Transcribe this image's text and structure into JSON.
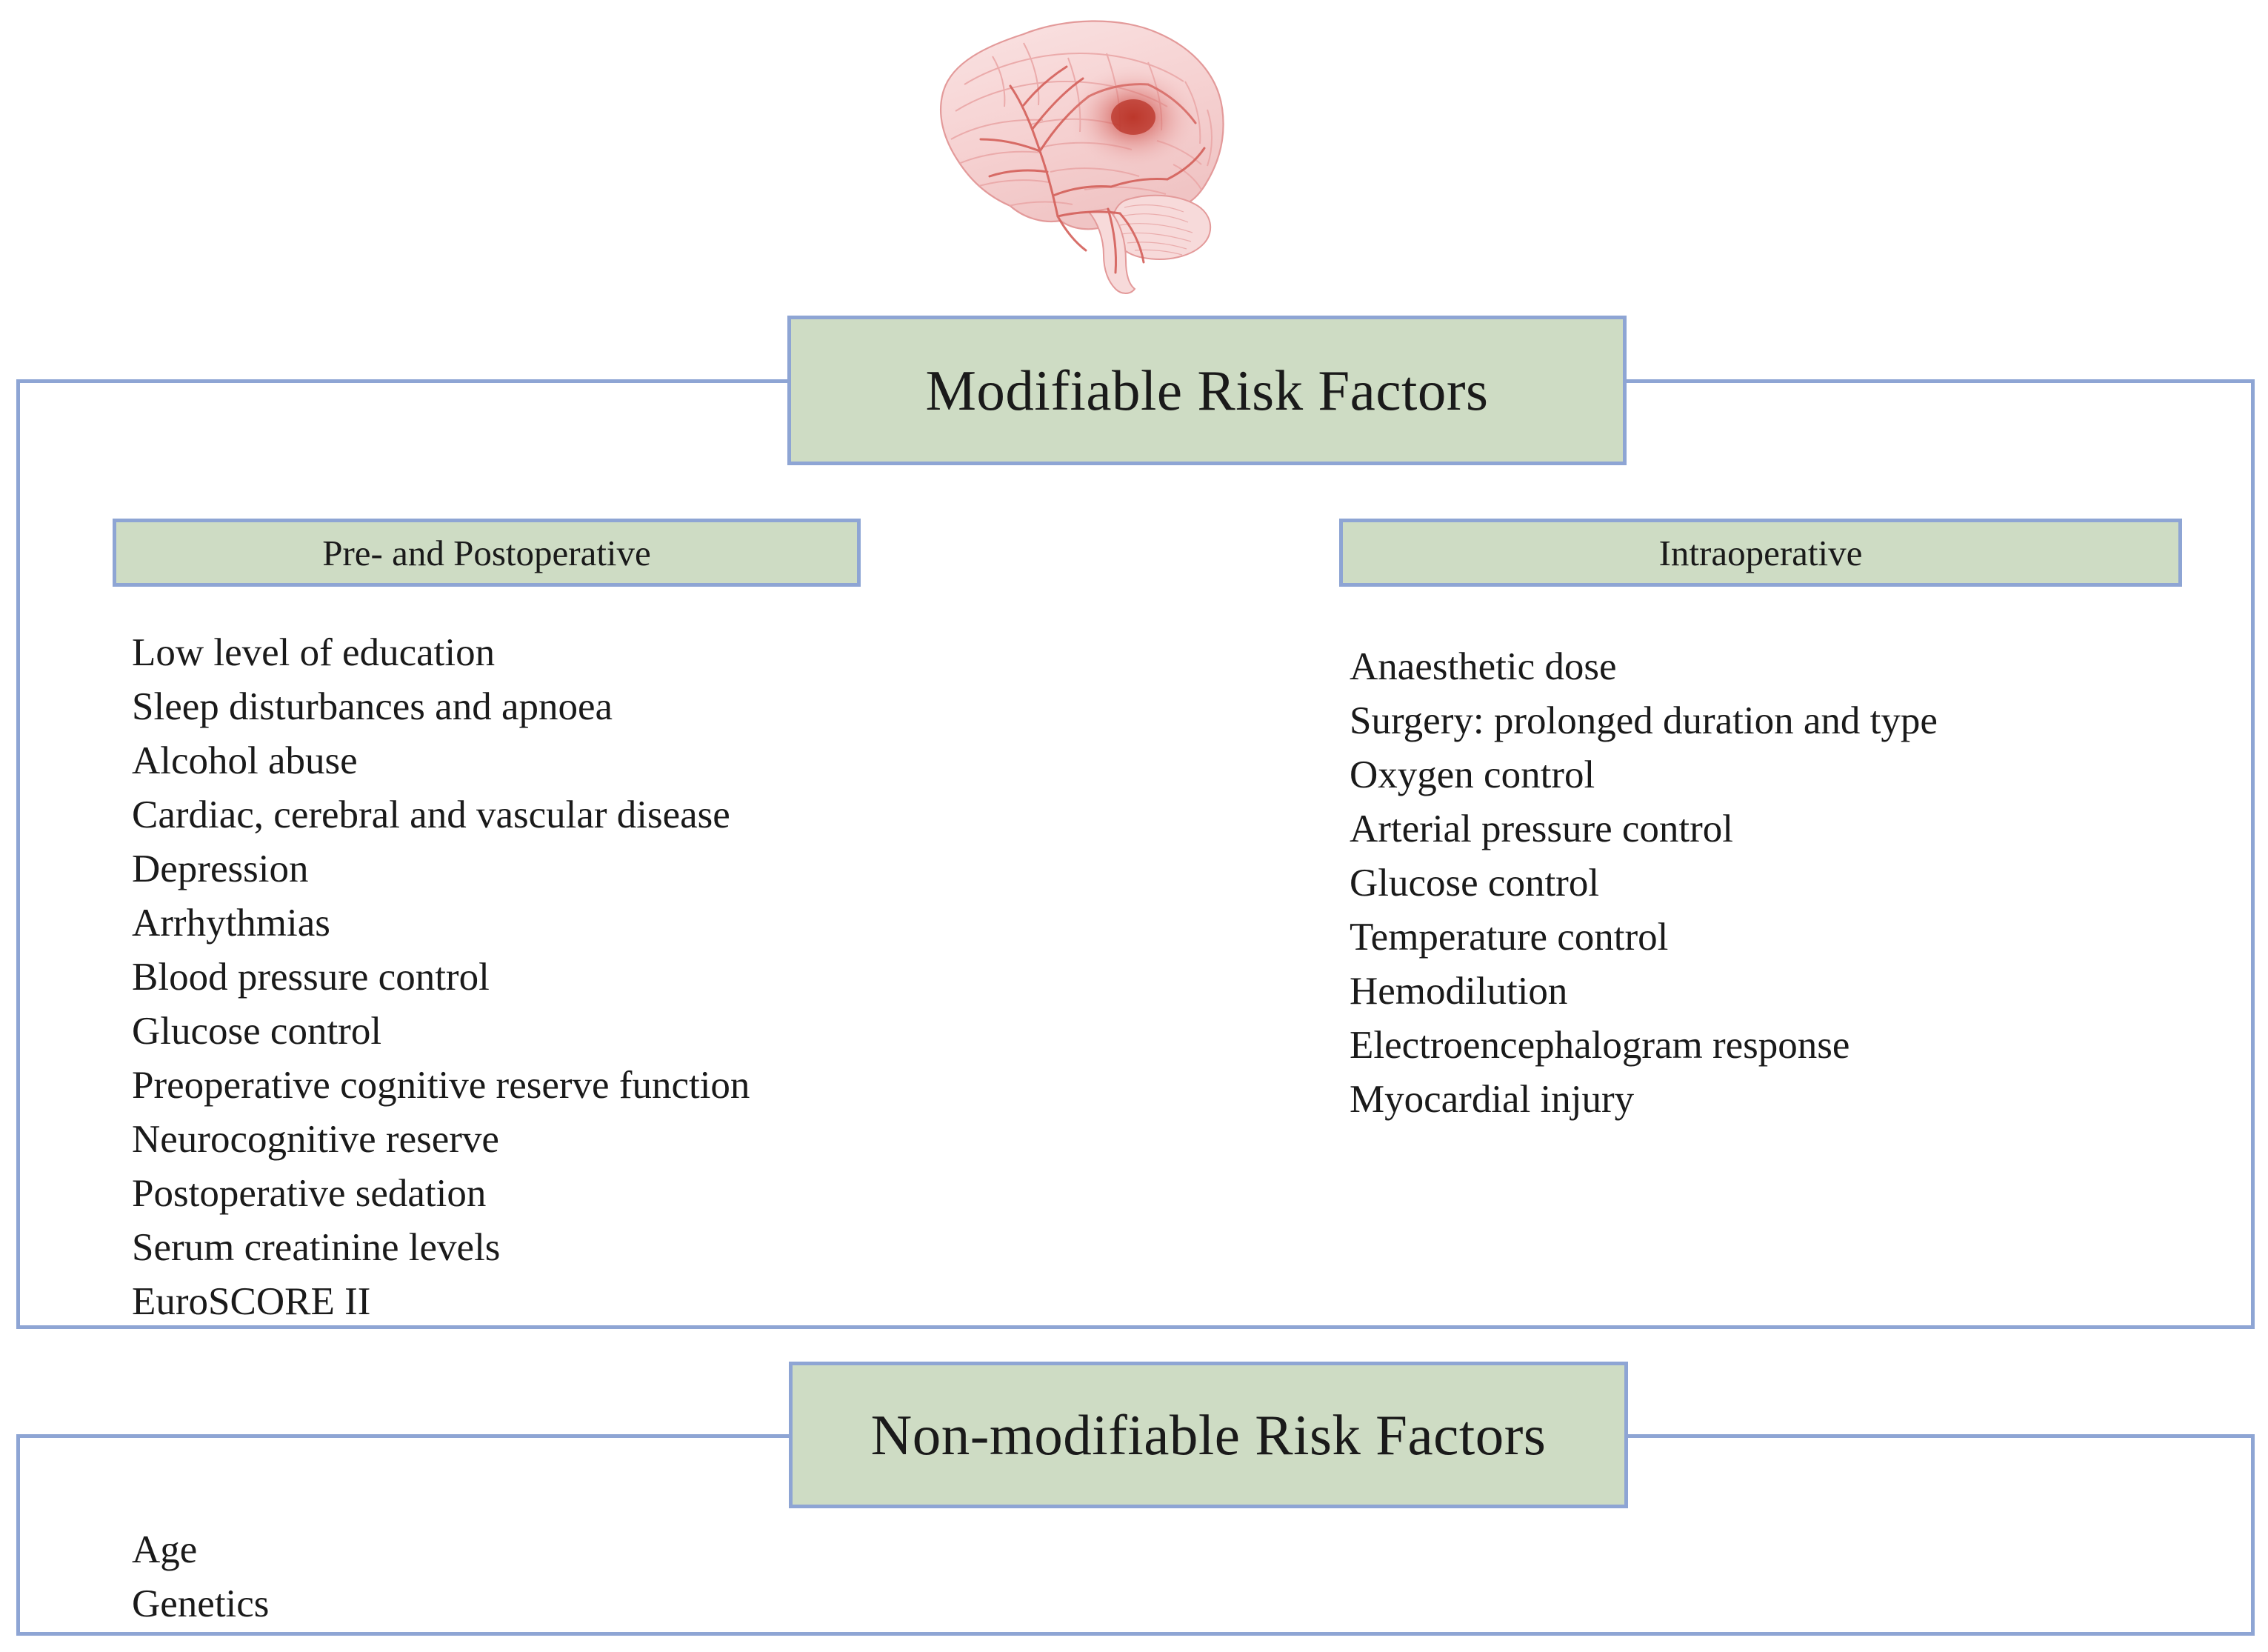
{
  "figure": {
    "illustration": {
      "name": "human-brain-lateral-view",
      "base_color": "#f6d3d3",
      "vessel_color": "#e08b8b",
      "highlight_color": "#c0392b"
    }
  },
  "modifiable": {
    "title": "Modifiable Risk Factors",
    "columns": [
      {
        "header": "Pre- and Postoperative",
        "items": [
          "Low level of education",
          "Sleep disturbances and apnoea",
          "Alcohol abuse",
          "Cardiac, cerebral and vascular disease",
          "Depression",
          "Arrhythmias",
          "Blood pressure control",
          "Glucose control",
          "Preoperative cognitive reserve function",
          "Neurocognitive reserve",
          "Postoperative sedation",
          "Serum creatinine levels",
          "EuroSCORE II"
        ]
      },
      {
        "header": "Intraoperative",
        "items": [
          "Anaesthetic dose",
          "Surgery: prolonged duration and type",
          "Oxygen control",
          "Arterial pressure control",
          "Glucose control",
          "Temperature control",
          "Hemodilution",
          "Electroencephalogram response",
          "Myocardial injury"
        ]
      }
    ]
  },
  "non_modifiable": {
    "title": "Non-modifiable Risk Factors",
    "items": [
      "Age",
      "Genetics"
    ]
  },
  "colors": {
    "banner_fill": "#cedcc4",
    "border_blue": "#8ea5d4",
    "text": "#1a1a1a",
    "background": "#ffffff"
  }
}
